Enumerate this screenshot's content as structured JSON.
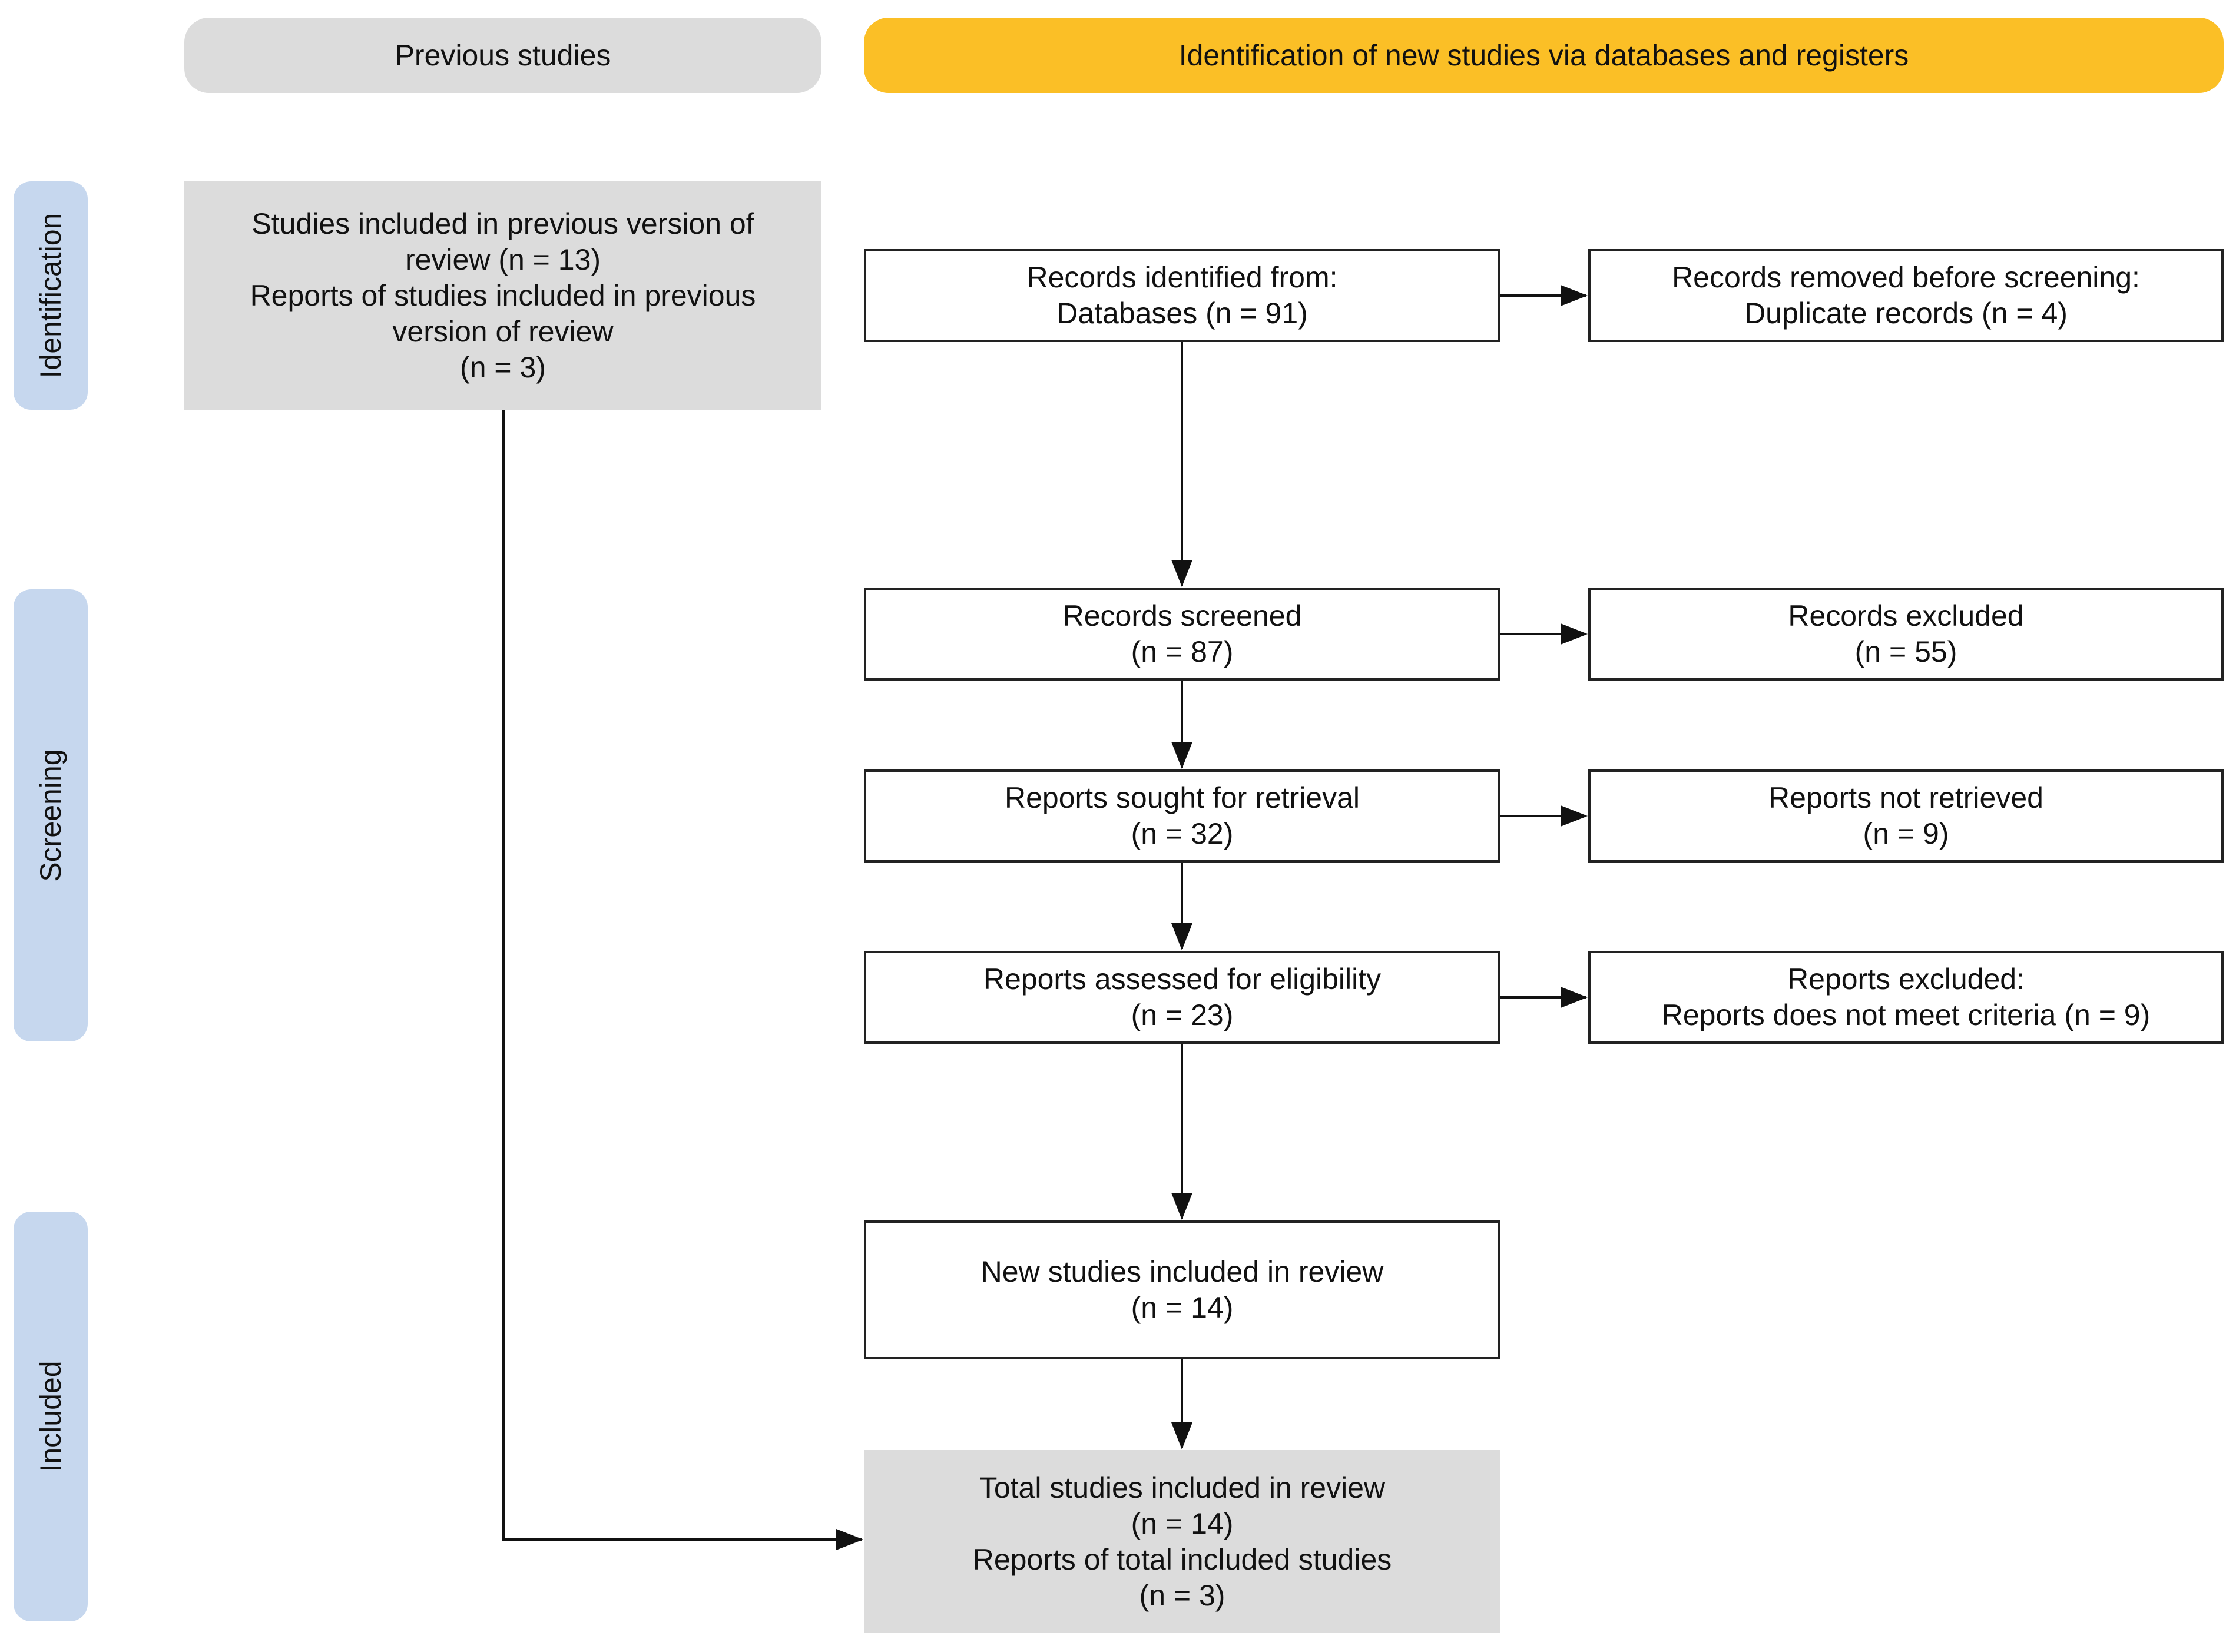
{
  "headers": {
    "previous": "Previous studies",
    "new": "Identification of new studies via databases and registers"
  },
  "phases": {
    "identification": "Identification",
    "screening": "Screening",
    "included": "Included"
  },
  "boxes": {
    "previous_included": {
      "line1": "Studies included in previous version of",
      "line2": "review (n = 13)",
      "line3": "Reports of studies included in previous",
      "line4": "version of review",
      "line5": "(n = 3)"
    },
    "records_identified": {
      "line1": "Records identified from:",
      "line2": "Databases (n = 91)"
    },
    "records_removed": {
      "line1": "Records removed before screening:",
      "line2": "Duplicate records (n = 4)"
    },
    "records_screened": {
      "line1": "Records screened",
      "line2": "(n = 87)"
    },
    "records_excluded": {
      "line1": "Records excluded",
      "line2": "(n = 55)"
    },
    "reports_sought": {
      "line1": "Reports sought for retrieval",
      "line2": "(n = 32)"
    },
    "reports_not_retrieved": {
      "line1": "Reports not retrieved",
      "line2": "(n = 9)"
    },
    "reports_assessed": {
      "line1": "Reports assessed for eligibility",
      "line2": "(n = 23)"
    },
    "reports_excluded": {
      "line1": "Reports excluded:",
      "line2": "Reports does not meet criteria (n = 9)"
    },
    "new_included": {
      "line1": "New studies included in review",
      "line2": "(n = 14)"
    },
    "total_included": {
      "line1": "Total studies included in review",
      "line2": "(n = 14)",
      "line3": "Reports of total included studies",
      "line4": "(n = 3)"
    }
  }
}
